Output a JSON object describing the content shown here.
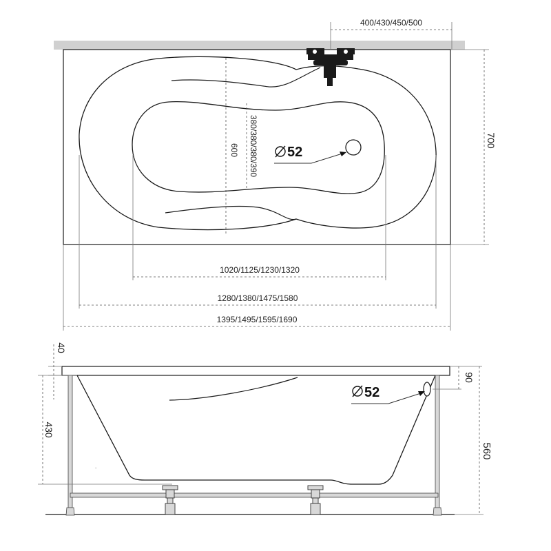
{
  "top_view": {
    "faucet_spacing": "400/430/450/500",
    "height": "700",
    "inner_depth": "600",
    "inner_width": "380/380/380/390",
    "drain_label": "52",
    "inner_length": "1020/1125/1230/1320",
    "mid_length": "1280/1380/1475/1580",
    "outer_length": "1395/1495/1595/1690"
  },
  "side_view": {
    "rim_thickness": "40",
    "depth": "430",
    "overflow_offset": "90",
    "total_height": "560",
    "overflow_label": "52"
  },
  "colors": {
    "line": "#1a1a1a",
    "wall": "#c8c8c8",
    "frame": "#d8d8d8"
  }
}
